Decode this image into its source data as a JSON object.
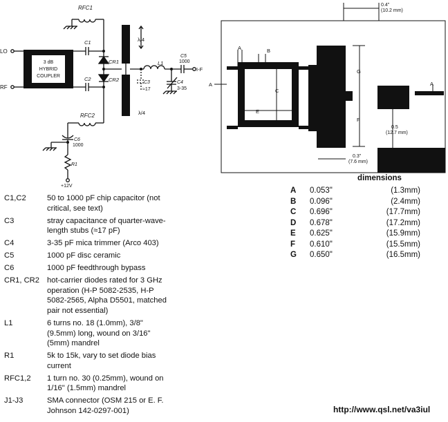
{
  "schematic": {
    "rfc1": "RFC1",
    "rfc2": "RFC2",
    "lo": "LO",
    "rf": "RF",
    "hybrid_lines": [
      "3 dB",
      "HYBRID",
      "COUPLER"
    ],
    "c1": "C1",
    "c2": "C2",
    "cr1": "CR1",
    "cr2": "CR2",
    "lambda_top": "λ/4",
    "lambda_bottom": "λ/4",
    "l1": "L1",
    "c3": "C3",
    "c3_value": "≈17",
    "c4": "C4",
    "c4_value": "3-35",
    "c5": "C5",
    "c5_value": "1000",
    "if": "I-F",
    "c6": "C6",
    "c6_value": "1000",
    "r1": "R1",
    "supply": "+12V"
  },
  "parts_list": [
    {
      "ref": "C1,C2",
      "desc": "50 to 1000 pF chip capacitor (not\ncritical, see text)"
    },
    {
      "ref": "C3",
      "desc": "stray capacitance of quarter-wave-\nlength stubs (≈17 pF)"
    },
    {
      "ref": "C4",
      "desc": "3-35 pF mica trimmer (Arco 403)"
    },
    {
      "ref": "C5",
      "desc": "1000 pF disc ceramic"
    },
    {
      "ref": "C6",
      "desc": "1000 pF feedthrough bypass"
    },
    {
      "ref": "CR1, CR2",
      "desc": "hot-carrier diodes rated for 3 GHz\noperation (H-P 5082-2535, H-P\n5082-2565, Alpha D5501, matched\npair not essential)"
    },
    {
      "ref": "L1",
      "desc": "6 turns no. 18 (1.0mm), 3/8\"\n(9.5mm) long, wound on 3/16\"\n(5mm) mandrel"
    },
    {
      "ref": "R1",
      "desc": "5k to 15k, vary to set diode bias\ncurrent"
    },
    {
      "ref": "RFC1,2",
      "desc": "1 turn no. 30 (0.25mm), wound on\n1/16\" (1.5mm) mandrel"
    },
    {
      "ref": "J1-J3",
      "desc": "SMA connector (OSM 215 or E. F.\nJohnson 142-0297-001)"
    }
  ],
  "layout_drawing": {
    "top_dim": "0.4\"",
    "top_dim_mm": "(10.2 mm)",
    "label_a1": "A",
    "label_a2": "A",
    "label_a3": "A",
    "label_b": "B",
    "label_c": "C",
    "label_e": "E",
    "label_f": "F",
    "label_g": "G",
    "dim_05": "0.5",
    "dim_05_mm": "(12.7 mm)",
    "dim_03": "0.3\"",
    "dim_03_mm": "(7.6 mm)"
  },
  "dimensions": {
    "title": "dimensions",
    "rows": [
      {
        "label": "A",
        "inches": "0.053\"",
        "mm": "(1.3mm)"
      },
      {
        "label": "B",
        "inches": "0.096\"",
        "mm": "(2.4mm)"
      },
      {
        "label": "C",
        "inches": "0.696\"",
        "mm": "(17.7mm)"
      },
      {
        "label": "D",
        "inches": "0.678\"",
        "mm": "(17.2mm)"
      },
      {
        "label": "E",
        "inches": "0.625\"",
        "mm": "(15.9mm)"
      },
      {
        "label": "F",
        "inches": "0.610\"",
        "mm": "(15.5mm)"
      },
      {
        "label": "G",
        "inches": "0.650\"",
        "mm": "(16.5mm)"
      }
    ]
  },
  "url": "http://www.qsl.net/va3iul"
}
